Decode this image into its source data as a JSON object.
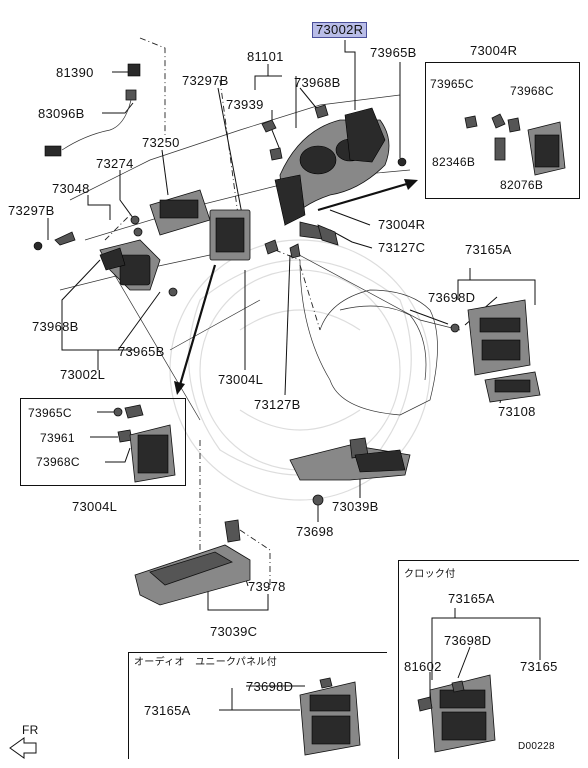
{
  "labels": {
    "l73002R": "73002R",
    "l81101": "81101",
    "l73965B_top": "73965B",
    "l73004R_top": "73004R",
    "l81390": "81390",
    "l73297B_top": "73297B",
    "l73968B_top": "73968B",
    "l73939": "73939",
    "l83096B": "83096B",
    "l73250": "73250",
    "l73274": "73274",
    "l73048": "73048",
    "l73297B_left": "73297B",
    "l73965C_r": "73965C",
    "l73968C_r": "73968C",
    "l82346B": "82346B",
    "l82076B": "82076B",
    "l73004R_mid": "73004R",
    "l73127C": "73127C",
    "l73165A_r": "73165A",
    "l73698D_r": "73698D",
    "l73968B_left": "73968B",
    "l73965B_left": "73965B",
    "l73002L": "73002L",
    "l73004L_mid": "73004L",
    "l73127B": "73127B",
    "l73108": "73108",
    "l73965C_l": "73965C",
    "l73961": "73961",
    "l73968C_l": "73968C",
    "l73004L_bot": "73004L",
    "l73039B": "73039B",
    "l73698": "73698",
    "l73978": "73978",
    "l73039C": "73039C",
    "l_clock": "クロック付",
    "l73165A_clock": "73165A",
    "l73698D_clock": "73698D",
    "l81602": "81602",
    "l73165_clock": "73165",
    "l_audio": "オーディオ　ユニークパネル付",
    "l73698D_audio": "73698D",
    "l73165A_audio": "73165A",
    "l_fr": "FR",
    "l_code": "D00228"
  },
  "highlight_color": "#b9bde8"
}
